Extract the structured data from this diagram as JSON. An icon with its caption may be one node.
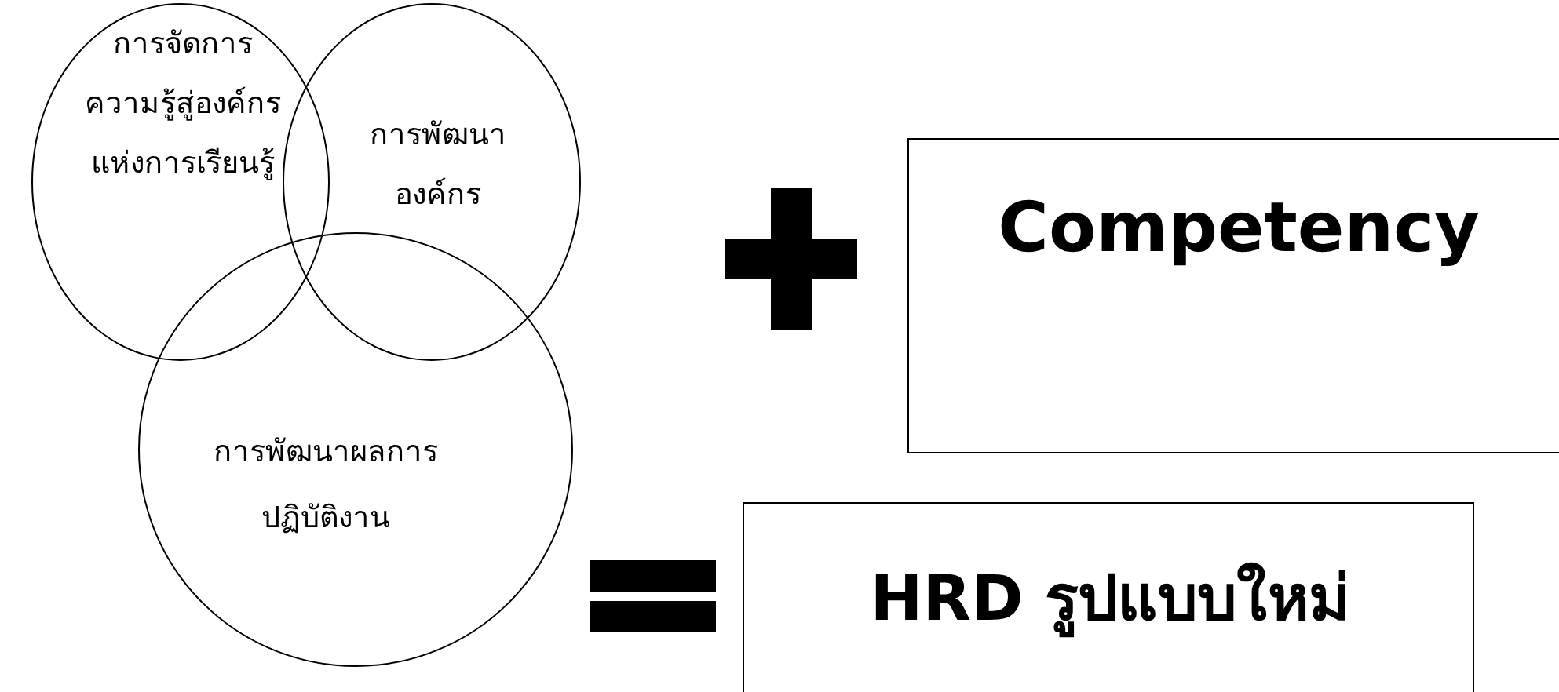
{
  "diagram": {
    "nodes": [
      {
        "text": [
          "การจัดการความรู้สู่องค์กรแห่งการเรียนรู้"
        ]
      },
      {
        "text": [
          "การพัฒนาองค์กร"
        ]
      },
      {
        "text": [
          "การพัฒนาผลการปฏิบัติงาน"
        ]
      },
      {
        "text": [
          "Competency"
        ]
      },
      {
        "text": [
          "HRD รูปแบบใหม่"
        ]
      }
    ]
  }
}
